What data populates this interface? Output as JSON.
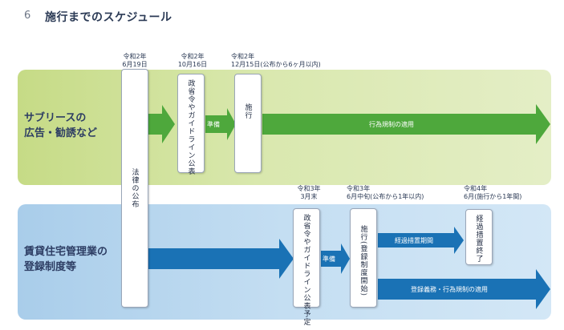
{
  "header": {
    "number": "6",
    "title": "施行までのスケジュール"
  },
  "dates": {
    "d1": {
      "era": "令和2年",
      "date": "6月19日"
    },
    "d2": {
      "era": "令和2年",
      "date": "10月16日"
    },
    "d3": {
      "era": "令和2年",
      "date": "12月15日(公布から6ヶ月以内)"
    },
    "d4": {
      "era": "令和3年",
      "date": "3月末"
    },
    "d5": {
      "era": "令和3年",
      "date": "6月中旬(公布から1年以内)"
    },
    "d6": {
      "era": "令和4年",
      "date": "6月(施行から1年間)"
    }
  },
  "top_band": {
    "label_line1": "サブリースの",
    "label_line2": "広告・勧誘など",
    "guideline_card": "政省令やガイドライン公表",
    "prep_label": "準備",
    "enforce_card": "施行",
    "regulation_label": "行為規制の適用"
  },
  "bottom_band": {
    "label_line1": "賃貸住宅管理業の",
    "label_line2": "登録制度等",
    "guideline_card": "政省令やガイドライン公表予定",
    "prep_label": "準備",
    "enforce_card": "施行(登録制度開始)",
    "transition_label": "経過措置期間",
    "transition_end_card": "経過措置終了",
    "regulation_label": "登録義務・行為規制の適用"
  },
  "law_card": "法律の公布",
  "colors": {
    "green_arrow": "#4ea83c",
    "blue_arrow": "#1a72b5",
    "green_band": "#d3e4a0",
    "blue_band": "#bcd9f0"
  }
}
